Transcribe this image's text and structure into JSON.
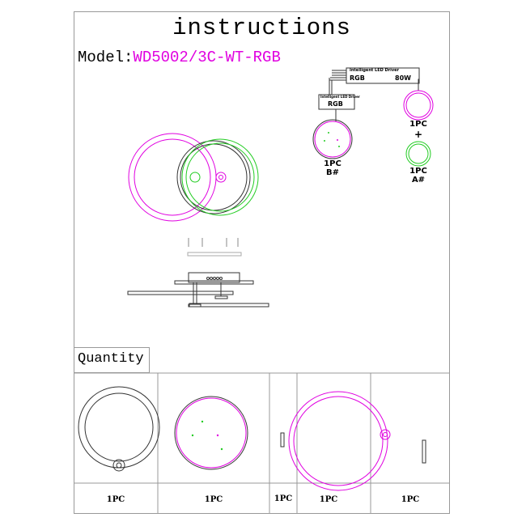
{
  "title": "instructions",
  "model": {
    "label": "Model:",
    "value": "WD5002/3C-WT-RGB"
  },
  "wiring": {
    "main_driver": {
      "title": "Intelligent LED Driver",
      "left": "RGB",
      "right": "80W"
    },
    "sub_driver": {
      "title": "Intelligent LED Driver",
      "label": "RGB"
    },
    "b": {
      "qty": "1PC",
      "code": "B#"
    },
    "a_top": {
      "qty": "1PC"
    },
    "plus": "+",
    "a": {
      "qty": "1PC",
      "code": "A#"
    }
  },
  "quantity": {
    "label": "Quantity",
    "items": [
      "1PC",
      "1PC",
      "1PC",
      "1PC",
      "1PC"
    ]
  },
  "colors": {
    "magenta": "#e000e0",
    "green": "#22cc22"
  }
}
